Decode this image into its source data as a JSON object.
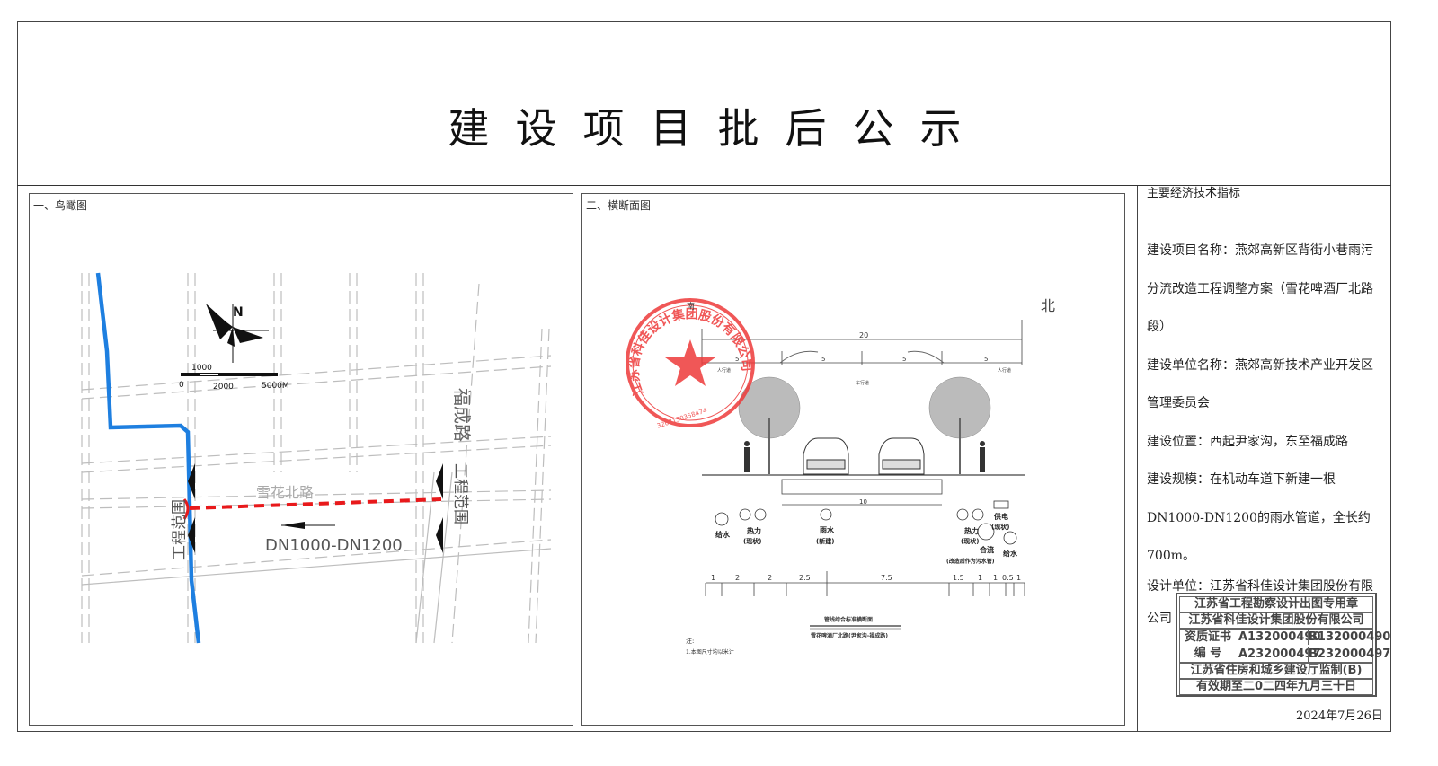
{
  "header": {
    "title": "建设项目批后公示"
  },
  "panels": {
    "aerial": {
      "label": "一、鸟瞰图",
      "north_label": "N",
      "scale_labels": [
        "1000",
        "0",
        "2000",
        "5000M"
      ],
      "road_label_snow": "雪花北路",
      "road_label_fucheng": "福成路",
      "scope_label_west": "工程范围",
      "scope_label_east": "工程范围",
      "pipe_label": "DN1000-DN1200",
      "colors": {
        "river": "#1e7fe0",
        "pipe": "#e8191b",
        "road": "#bdbdbd"
      }
    },
    "section": {
      "label": "二、横断面图",
      "south_label": "南",
      "north_label": "北",
      "top_dimension": "20",
      "sub_dimensions": [
        "5",
        "5",
        "5",
        "5"
      ],
      "sidewalk_label": "人行道",
      "roadway_label": "车行道",
      "roadway_width": "10",
      "utilities": [
        {
          "name": "给水",
          "status": ""
        },
        {
          "name": "热力",
          "status": "(现状)"
        },
        {
          "name": "雨水",
          "status": "(新建)"
        },
        {
          "name": "热力",
          "status": "(现状)"
        },
        {
          "name": "供电",
          "status": "(现状)"
        },
        {
          "name": "合流",
          "status": "(改造后作为污水管)"
        },
        {
          "name": "给水",
          "status": ""
        }
      ],
      "bottom_dimensions": [
        "1",
        "2",
        "2",
        "2.5",
        "7.5",
        "1.5",
        "1",
        "1",
        "0.5",
        "1"
      ],
      "caption_title": "管线综合标准横断面",
      "caption_subtitle": "雪花啤酒厂北路(尹家沟-福成路)",
      "note_title": "注:",
      "note_1": "1.本图尺寸均以米计",
      "seal_text": "江苏省科佳设计集团股份有限公司",
      "seal_number": "3202130358474",
      "seal_color": "#ee3a3a"
    }
  },
  "info": {
    "heading": "主要经济技术指标",
    "lines": [
      "建设项目名称：燕郊高新区背街小巷雨污",
      "分流改造工程调整方案（雪花啤酒厂北路",
      "段）",
      "建设单位名称：燕郊高新技术产业开发区",
      "管理委员会",
      "建设位置：西起尹家沟，东至福成路",
      "建设规模：在机动车道下新建一根",
      "DN1000-DN1200的雨水管道，全长约",
      "700m。",
      "设计单位：江苏省科佳设计集团股份有限",
      "公司"
    ],
    "stamp": {
      "row1": "江苏省工程勘察设计出图专用章",
      "row2": "江苏省科佳设计集团股份有限公司",
      "cert_label_1": "资质证书",
      "cert_label_2": "编  号",
      "cert_a1": "A132000490",
      "cert_b1": "B132000490",
      "cert_a2": "A232000497",
      "cert_b2": "B232000497",
      "row5": "江苏省住房和城乡建设厅监制(B)",
      "row6": "有效期至二0二四年九月三十日"
    },
    "date": "2024年7月26日"
  }
}
